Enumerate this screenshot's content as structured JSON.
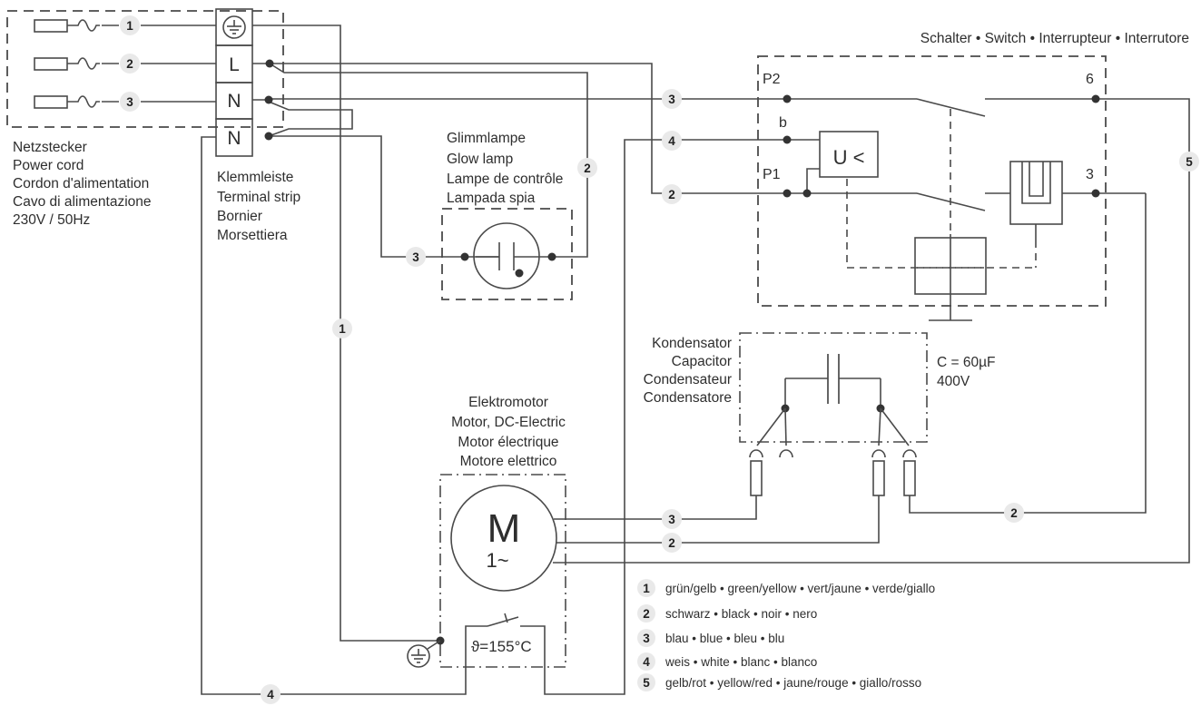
{
  "colors": {
    "line": "#4a4a4a",
    "text": "#2e2e2e",
    "badge_bg": "#e9e9e9"
  },
  "plug": {
    "labels": [
      "Netzstecker",
      "Power cord",
      "Cordon d'alimentation",
      "Cavo di alimentazione",
      "230V / 50Hz"
    ]
  },
  "terminal_strip": {
    "terminals": [
      "L",
      "N",
      "N"
    ],
    "labels": [
      "Klemmleiste",
      "Terminal strip",
      "Bornier",
      "Morsettiera"
    ]
  },
  "glow_lamp": {
    "labels": [
      "Glimmlampe",
      "Glow lamp",
      "Lampe de contrôle",
      "Lampada spia"
    ]
  },
  "switch": {
    "title": "Schalter • Switch • Interrupteur • Interrutore",
    "p2": "P2",
    "b": "b",
    "p1": "P1",
    "terminal_6": "6",
    "terminal_3": "3",
    "undervoltage_relay": "U <"
  },
  "capacitor": {
    "labels": [
      "Kondensator",
      "Capacitor",
      "Condensateur",
      "Condensatore"
    ],
    "spec1": "C = 60µF",
    "spec2": "400V"
  },
  "motor": {
    "labels": [
      "Elektromotor",
      "Motor, DC-Electric",
      "Motor électrique",
      "Motore elettrico"
    ],
    "symbol": "M",
    "phase": "1~"
  },
  "thermal_switch": {
    "label": "ϑ=155°C"
  },
  "badges": {
    "b1": "1",
    "b2": "2",
    "b3": "3",
    "b4": "4",
    "b5": "5"
  },
  "legend": {
    "items": [
      {
        "num": "1",
        "text": "grün/gelb • green/yellow • vert/jaune • verde/giallo"
      },
      {
        "num": "2",
        "text": "schwarz • black • noir • nero"
      },
      {
        "num": "3",
        "text": "blau • blue • bleu • blu"
      },
      {
        "num": "4",
        "text": "weis • white • blanc • blanco"
      },
      {
        "num": "5",
        "text": "gelb/rot • yellow/red • jaune/rouge • giallo/rosso"
      }
    ]
  }
}
